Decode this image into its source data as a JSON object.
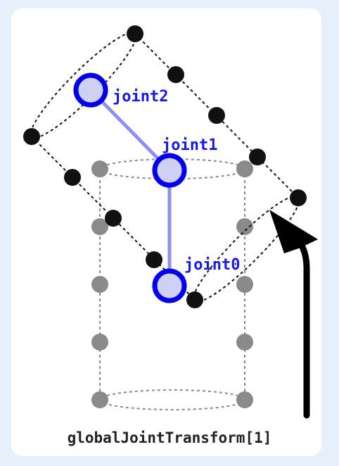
{
  "caption": "globalJointTransform[1]",
  "joints": [
    {
      "id": "joint0",
      "label": "joint0"
    },
    {
      "id": "joint1",
      "label": "joint1"
    },
    {
      "id": "joint2",
      "label": "joint2"
    }
  ],
  "colors": {
    "background": "#e6f0fb",
    "panel": "#ffffff",
    "joint_stroke": "#0000ee",
    "joint_fill": "#d0d0f4",
    "bone": "#8f8ff2",
    "label": "#1a1ae6",
    "skin_point": "#111111",
    "rest_point": "#8a8a8a",
    "arrow": "#000000"
  },
  "icons": {
    "arrow": "curved-arrow-icon"
  }
}
